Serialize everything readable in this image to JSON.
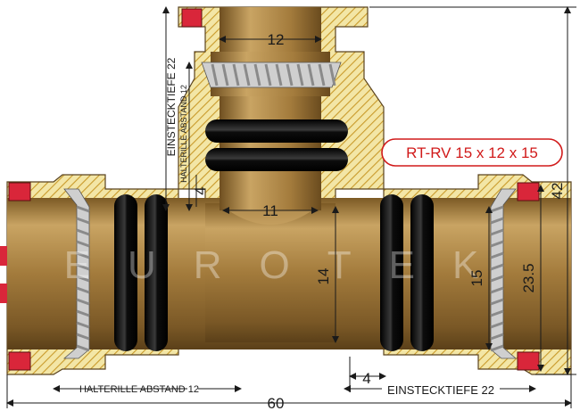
{
  "title": "RT-RV 15 x 12 x 15",
  "watermark": "EUROTEK",
  "dimensions": {
    "branch_inner": "12",
    "branch_bore": "11",
    "run_inner_left": "14",
    "run_inner_right": "15",
    "height_mid": "23.5",
    "height_total": "42",
    "length_total": "60",
    "gap_top": "4",
    "gap_bottom": "4"
  },
  "labels": {
    "einstecktiefe_top": "EINSTECKTIEFE 22",
    "halterille_top": "HALTERILLE ABSTAND 12",
    "halterille_bottom": "HALTERILLE ABSTAND 12",
    "einstecktiefe_bottom": "EINSTECKTIEFE 22"
  },
  "colors": {
    "brass": "#b38a48",
    "brass_dark": "#7a5a26",
    "hatch_fill": "#f3e6a6",
    "hatch_line": "#c99a2a",
    "seal_red": "#d9263a",
    "oring": "#111111",
    "title_border": "#d11a1a"
  }
}
